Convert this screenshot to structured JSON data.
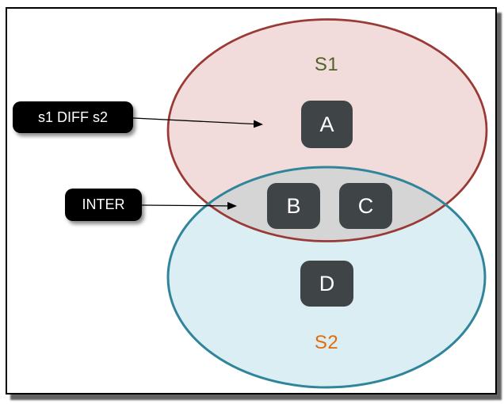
{
  "diagram": {
    "kind": "venn-two-sets",
    "sets": [
      {
        "label": "S1",
        "label_color": "#4f6228",
        "fill": "#f2dcdb",
        "stroke": "#9a3a36"
      },
      {
        "label": "S2",
        "label_color": "#e36c09",
        "fill": "#daeef3",
        "stroke": "#31859b"
      }
    ],
    "intersection": {
      "fill": "#d5d5d5"
    },
    "node_style": {
      "fill": "#3f4547",
      "text_color": "#ffffff"
    },
    "nodes": [
      {
        "label": "A",
        "region": "S1 only"
      },
      {
        "label": "B",
        "region": "S1 intersect S2"
      },
      {
        "label": "C",
        "region": "S1 intersect S2"
      },
      {
        "label": "D",
        "region": "S2 only"
      }
    ],
    "callouts": [
      {
        "label": "s1 DIFF s2",
        "target_region": "S1 only"
      },
      {
        "label": "INTER",
        "target_region": "S1 intersect S2"
      }
    ]
  }
}
